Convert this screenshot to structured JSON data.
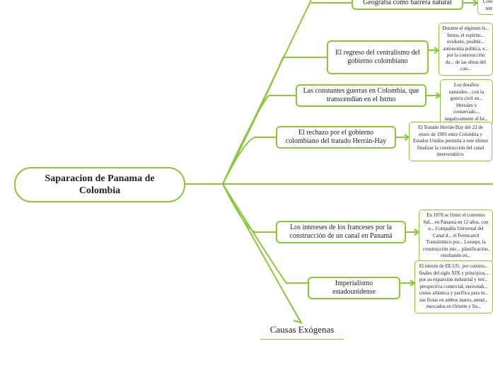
{
  "main": {
    "title": "Saparacion de Panama de Colombia"
  },
  "causes": [
    {
      "label": "Geografía como barrera natural",
      "desc": "Colom... terri..."
    },
    {
      "label": "El regreso del centralismo del gobierno colombiano",
      "desc": "Durante el régimen fe... Istmo, el espíritu... evidente, posible... autonomía política, e... por la construcción de... de las obras del can..."
    },
    {
      "label": "Las constantes guerras en Colombia, que transcendían en el Istmo",
      "desc": "Los desafíos naturales... con la guerra civil en... liberales y conservado... negativamente al Ist..."
    },
    {
      "label": "El rechazo por el gobierno colombiano del tratado Herrán-Hay",
      "desc": "El Tratado Herrán-Hay del 22 de enero de 1903 entre Colombia y Estados Unidos permitía a este último finalizar la construcción del canal interoceánico."
    },
    {
      "label": "Los intereses de los franceses por la construcción de un canal en Panamá",
      "desc": "En 1878 se firmó el convenio Sal... en Panamá en 12 años. con u... Compañía Universal del Canal d... el Ferrocarril Transístmico por... Lesseps, la construcción inic... planificación, resultando en..."
    },
    {
      "label": "Imperialismo estadounidense",
      "desc": "El interés de EE.UU. por constru... finales del siglo XIX y principios... por su expansión industrial y terr... perspectiva comercial, necesitab... costas atlántica y pacífica para m... sus flotas en ambos mares, atend... mercados en Oriente y Su..."
    }
  ],
  "exogenous": {
    "label": "Causas Exógenas"
  },
  "colors": {
    "accent": "#8cc63f"
  }
}
